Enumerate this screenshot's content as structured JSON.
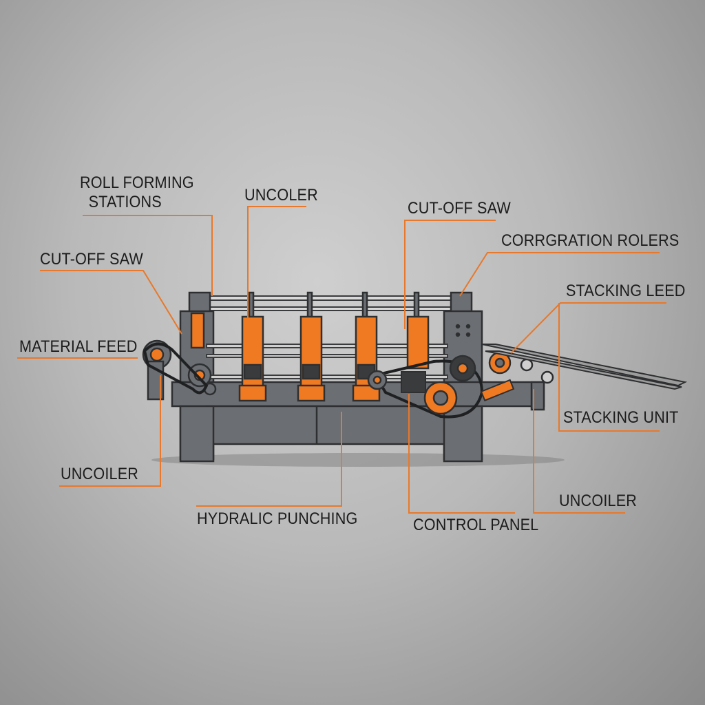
{
  "colors": {
    "frame": "#6b6e72",
    "frame_dark": "#3a3b3d",
    "accent": "#f07a22",
    "leader": "#e8782a",
    "text": "#1c1c1c"
  },
  "labels": {
    "roll_forming_stations_1": "ROLL FORMING",
    "roll_forming_stations_2": "STATIONS",
    "uncoler_top": "UNCOLER",
    "cut_off_saw_top": "CUT-OFF SAW",
    "corrgration_rolers": "CORRGRATION ROLERS",
    "cut_off_saw_left": "CUT-OFF SAW",
    "stacking_leed": "STACKING LEED",
    "material_feed": "MATERIAL FEED",
    "stacking_unit": "STACKING UNIT",
    "uncoiler_left": "UNCOILER",
    "uncoiler_right": "UNCOILER",
    "hydralic_punching": "HYDRALIC PUNCHING",
    "control_panel": "CONTROL PANEL"
  }
}
